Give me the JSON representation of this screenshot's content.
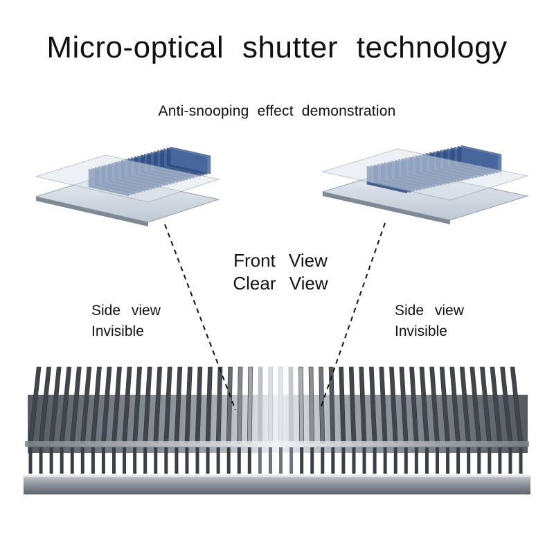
{
  "header": {
    "title": "Micro-optical shutter technology",
    "subtitle": "Anti-snooping effect demonstration"
  },
  "center_label": {
    "line1": "Front View",
    "line2": "Clear View"
  },
  "left_label": {
    "line1": "Side view",
    "line2": "Invisible"
  },
  "right_label": {
    "line1": "Side view",
    "line2": "Invisible"
  },
  "colors": {
    "text": "#111111",
    "blade_dark": "#3a3f47",
    "blade_light": "#e8eaee",
    "film_blue": "#2f4f86",
    "film_glass": "#c9d2de",
    "base_gray": "#8c9098"
  },
  "icons": {
    "left_panel": "louver-film-panel-icon",
    "right_panel": "louver-film-panel-icon",
    "main_grating": "micro-louver-shutter-grating"
  }
}
